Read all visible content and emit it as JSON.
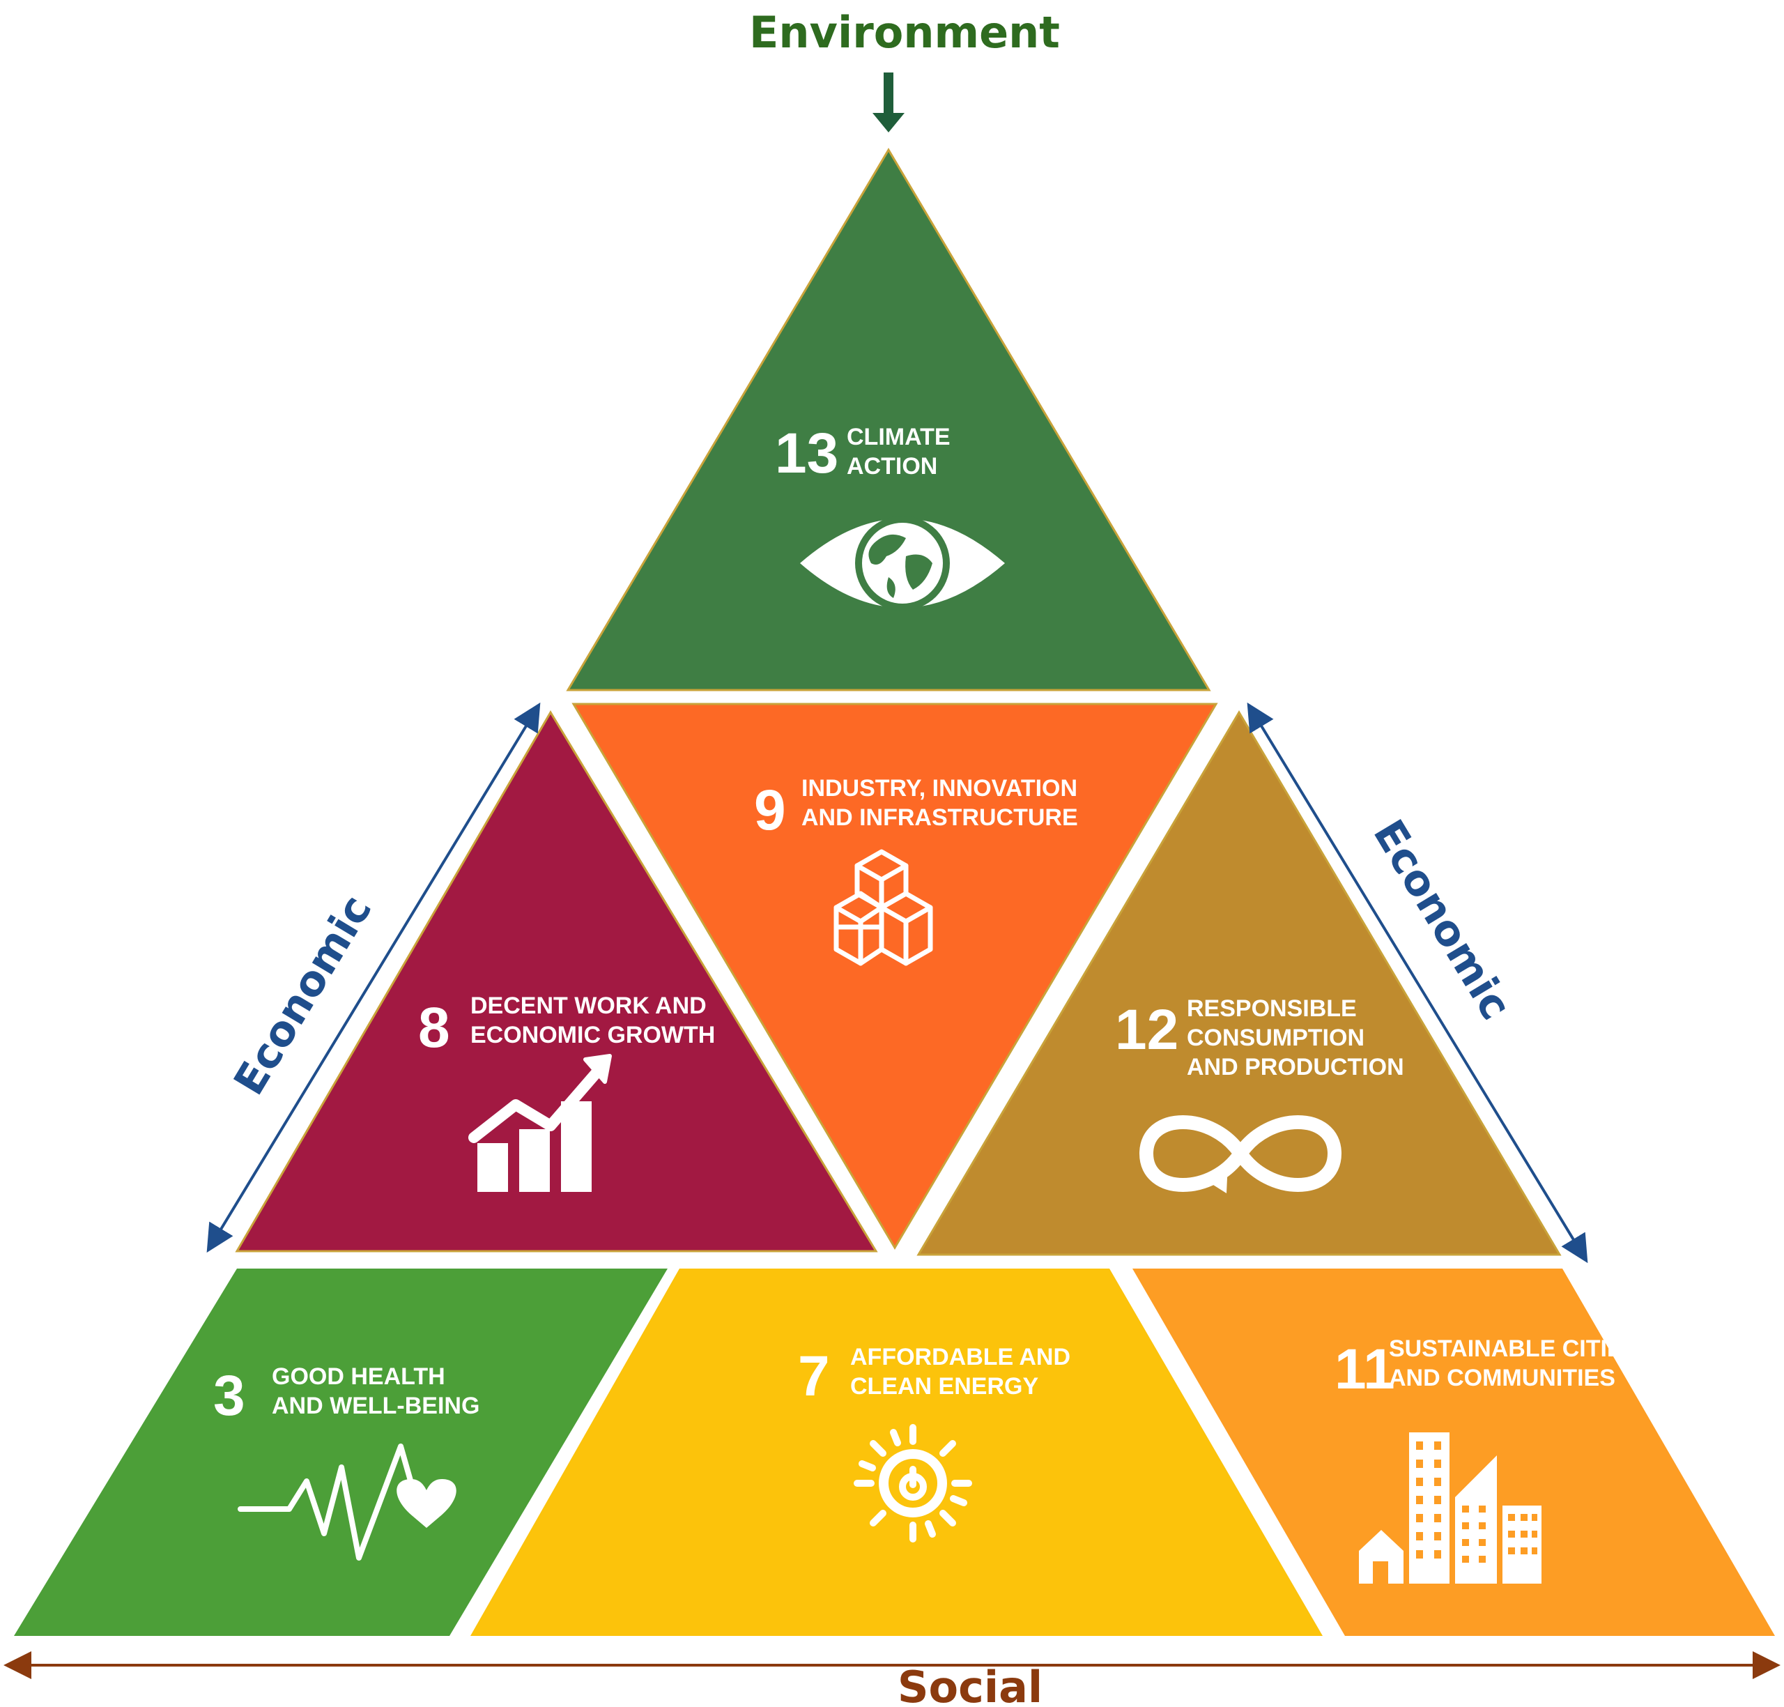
{
  "labels": {
    "top": "Environment",
    "left": "Economic",
    "right": "Economic",
    "bottom": "Social"
  },
  "colors": {
    "environment_label": "#2e6b1f",
    "economic_label": "#1f4e8c",
    "social_label": "#8b3a0e",
    "sdg13": "#3f7e44",
    "sdg9": "#fd6925",
    "sdg8": "#a21942",
    "sdg12": "#bf8b2e",
    "sdg3": "#4c9f38",
    "sdg7": "#fcc30b",
    "sdg11": "#fd9d24"
  },
  "goals": [
    {
      "id": "sdg13",
      "number": "13",
      "line1": "CLIMATE",
      "line2": "ACTION",
      "line3": "",
      "icon": "eye-globe-icon"
    },
    {
      "id": "sdg9",
      "number": "9",
      "line1": "INDUSTRY, INNOVATION",
      "line2": "AND INFRASTRUCTURE",
      "line3": "",
      "icon": "cubes-icon"
    },
    {
      "id": "sdg8",
      "number": "8",
      "line1": "DECENT WORK AND",
      "line2": "ECONOMIC GROWTH",
      "line3": "",
      "icon": "growth-chart-icon"
    },
    {
      "id": "sdg12",
      "number": "12",
      "line1": "RESPONSIBLE",
      "line2": "CONSUMPTION",
      "line3": "AND PRODUCTION",
      "icon": "infinity-loop-icon"
    },
    {
      "id": "sdg3",
      "number": "3",
      "line1": "GOOD HEALTH",
      "line2": "AND WELL-BEING",
      "line3": "",
      "icon": "heartbeat-icon"
    },
    {
      "id": "sdg7",
      "number": "7",
      "line1": "AFFORDABLE AND",
      "line2": "CLEAN ENERGY",
      "line3": "",
      "icon": "sun-power-icon"
    },
    {
      "id": "sdg11",
      "number": "11",
      "line1": "SUSTAINABLE CITIES",
      "line2": "AND COMMUNITIES",
      "line3": "",
      "icon": "buildings-icon"
    }
  ]
}
